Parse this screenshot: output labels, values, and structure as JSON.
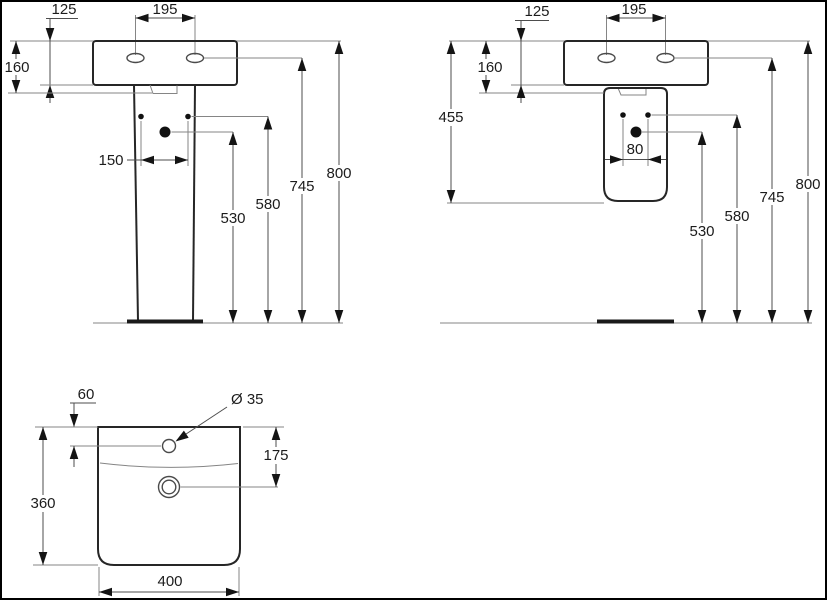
{
  "front_view_pedestal": {
    "labels": {
      "d195": "195",
      "d125": "125",
      "d160": "160",
      "d150": "150",
      "d530": "530",
      "d580": "580",
      "d745": "745",
      "d800": "800"
    }
  },
  "front_view_semipedestal": {
    "labels": {
      "d195": "195",
      "d125": "125",
      "d160": "160",
      "d455": "455",
      "d80": "80",
      "d530": "530",
      "d580": "580",
      "d745": "745",
      "d800": "800"
    }
  },
  "plan_view": {
    "labels": {
      "d60": "60",
      "d35": "Ø 35",
      "d360": "360",
      "d175": "175",
      "d400": "400"
    }
  }
}
